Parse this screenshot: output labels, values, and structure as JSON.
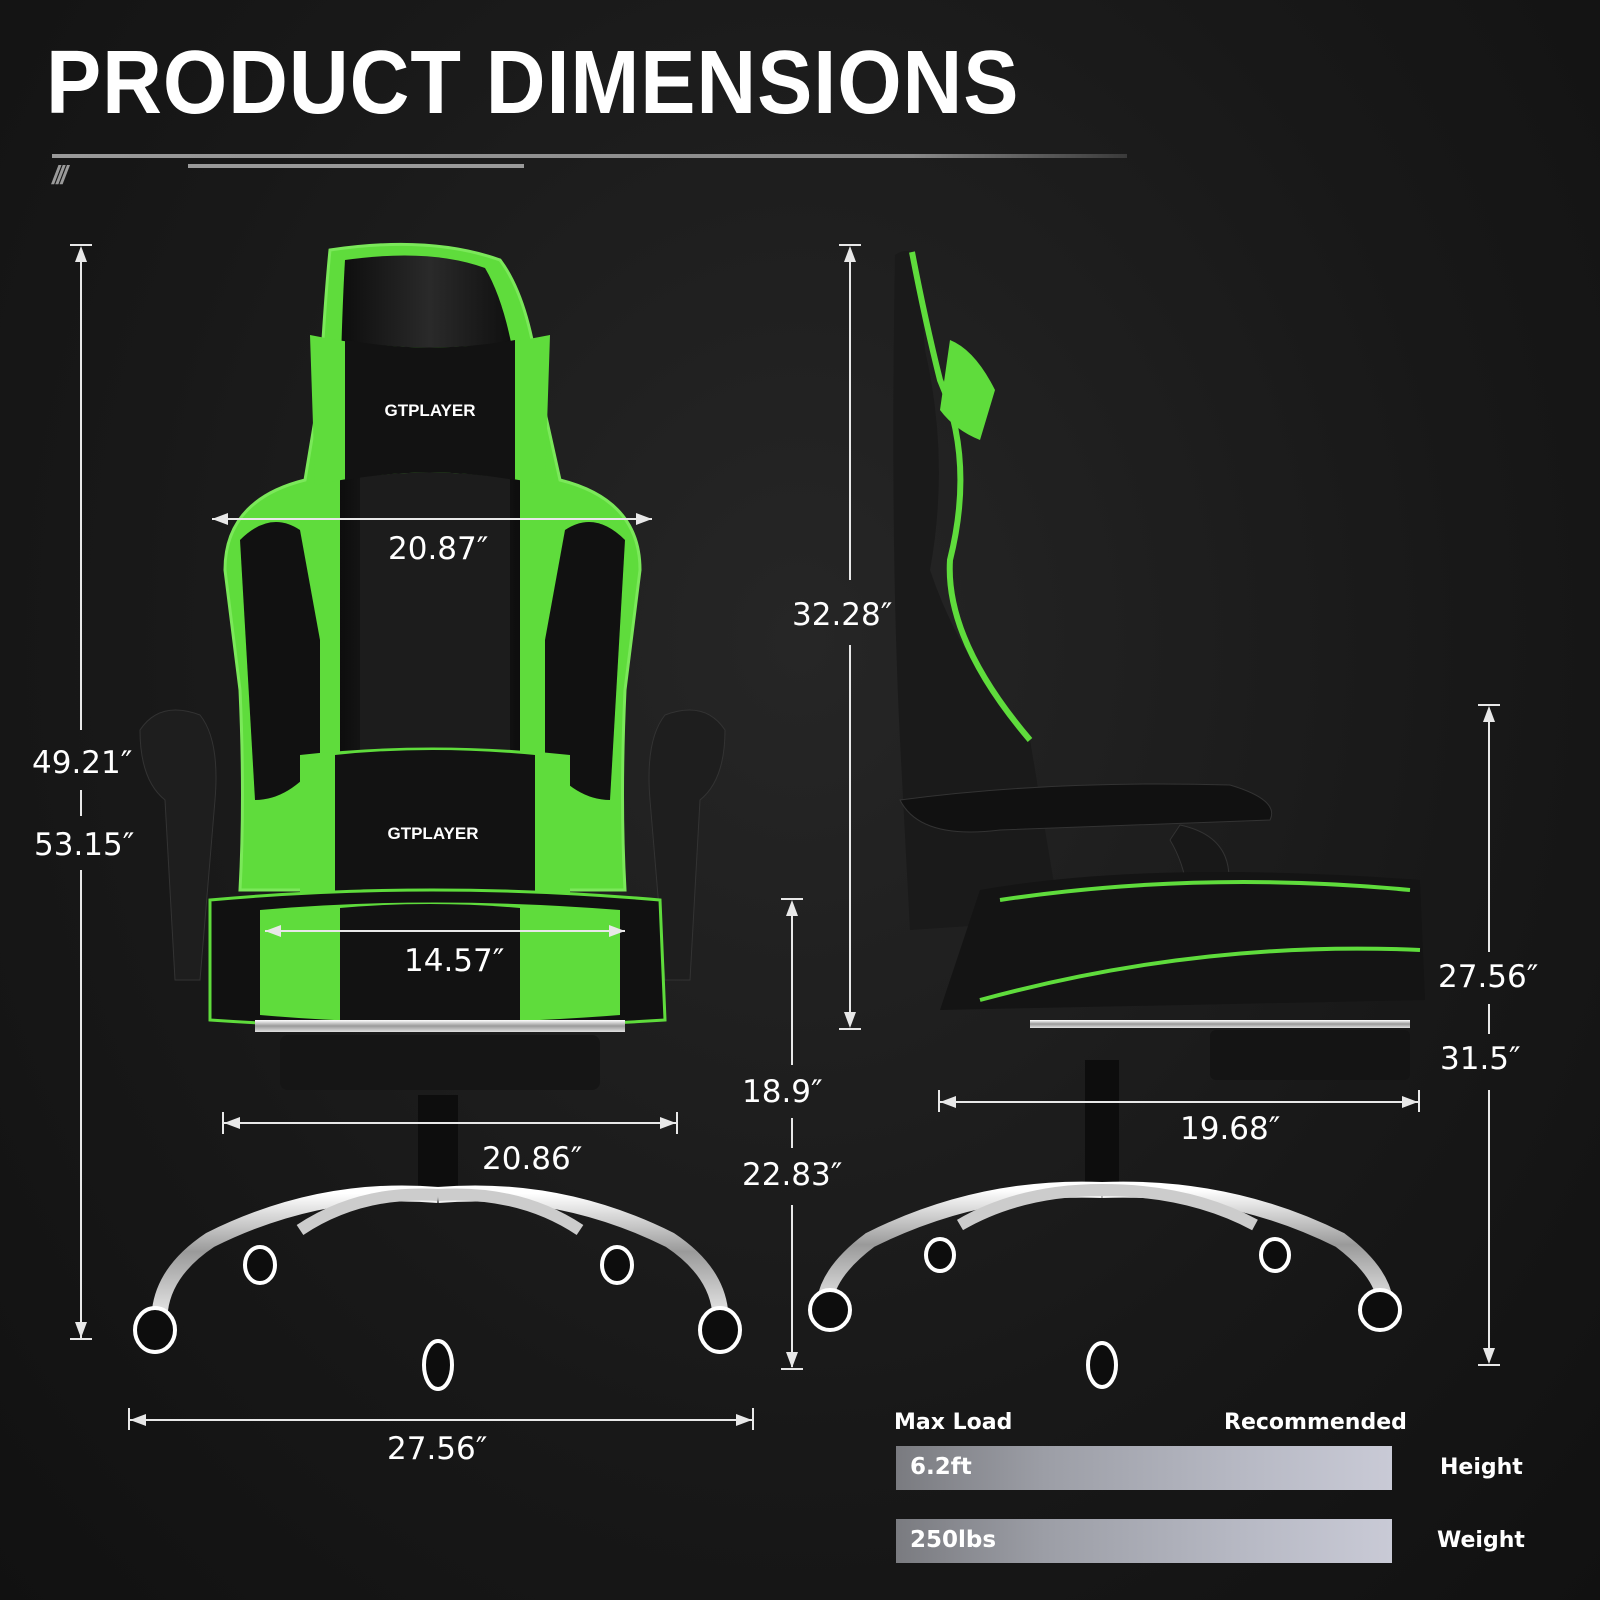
{
  "header": {
    "title": "PRODUCT DIMENSIONS",
    "decor_slashes": "///"
  },
  "brand": {
    "logo_text": "GTPLAYER",
    "accent_color": "#5fdc3c",
    "body_color": "#141414"
  },
  "front_view": {
    "backrest_width": "20.87″",
    "seat_width": "14.57″",
    "seat_pad_width": "20.86″",
    "base_width": "27.56″",
    "total_height_min": "49.21″",
    "total_height_max": "53.15″",
    "seat_height_min": "18.9″",
    "seat_height_max": "22.83″"
  },
  "side_view": {
    "backrest_height": "32.28″",
    "seat_depth": "19.68″",
    "armrest_height_min": "27.56″",
    "armrest_height_max": "31.5″"
  },
  "specs": {
    "max_load_label": "Max Load",
    "recommended_label": "Recommended",
    "rows": [
      {
        "value": "6.2ft",
        "label": "Height"
      },
      {
        "value": "250lbs",
        "label": "Weight"
      }
    ]
  }
}
